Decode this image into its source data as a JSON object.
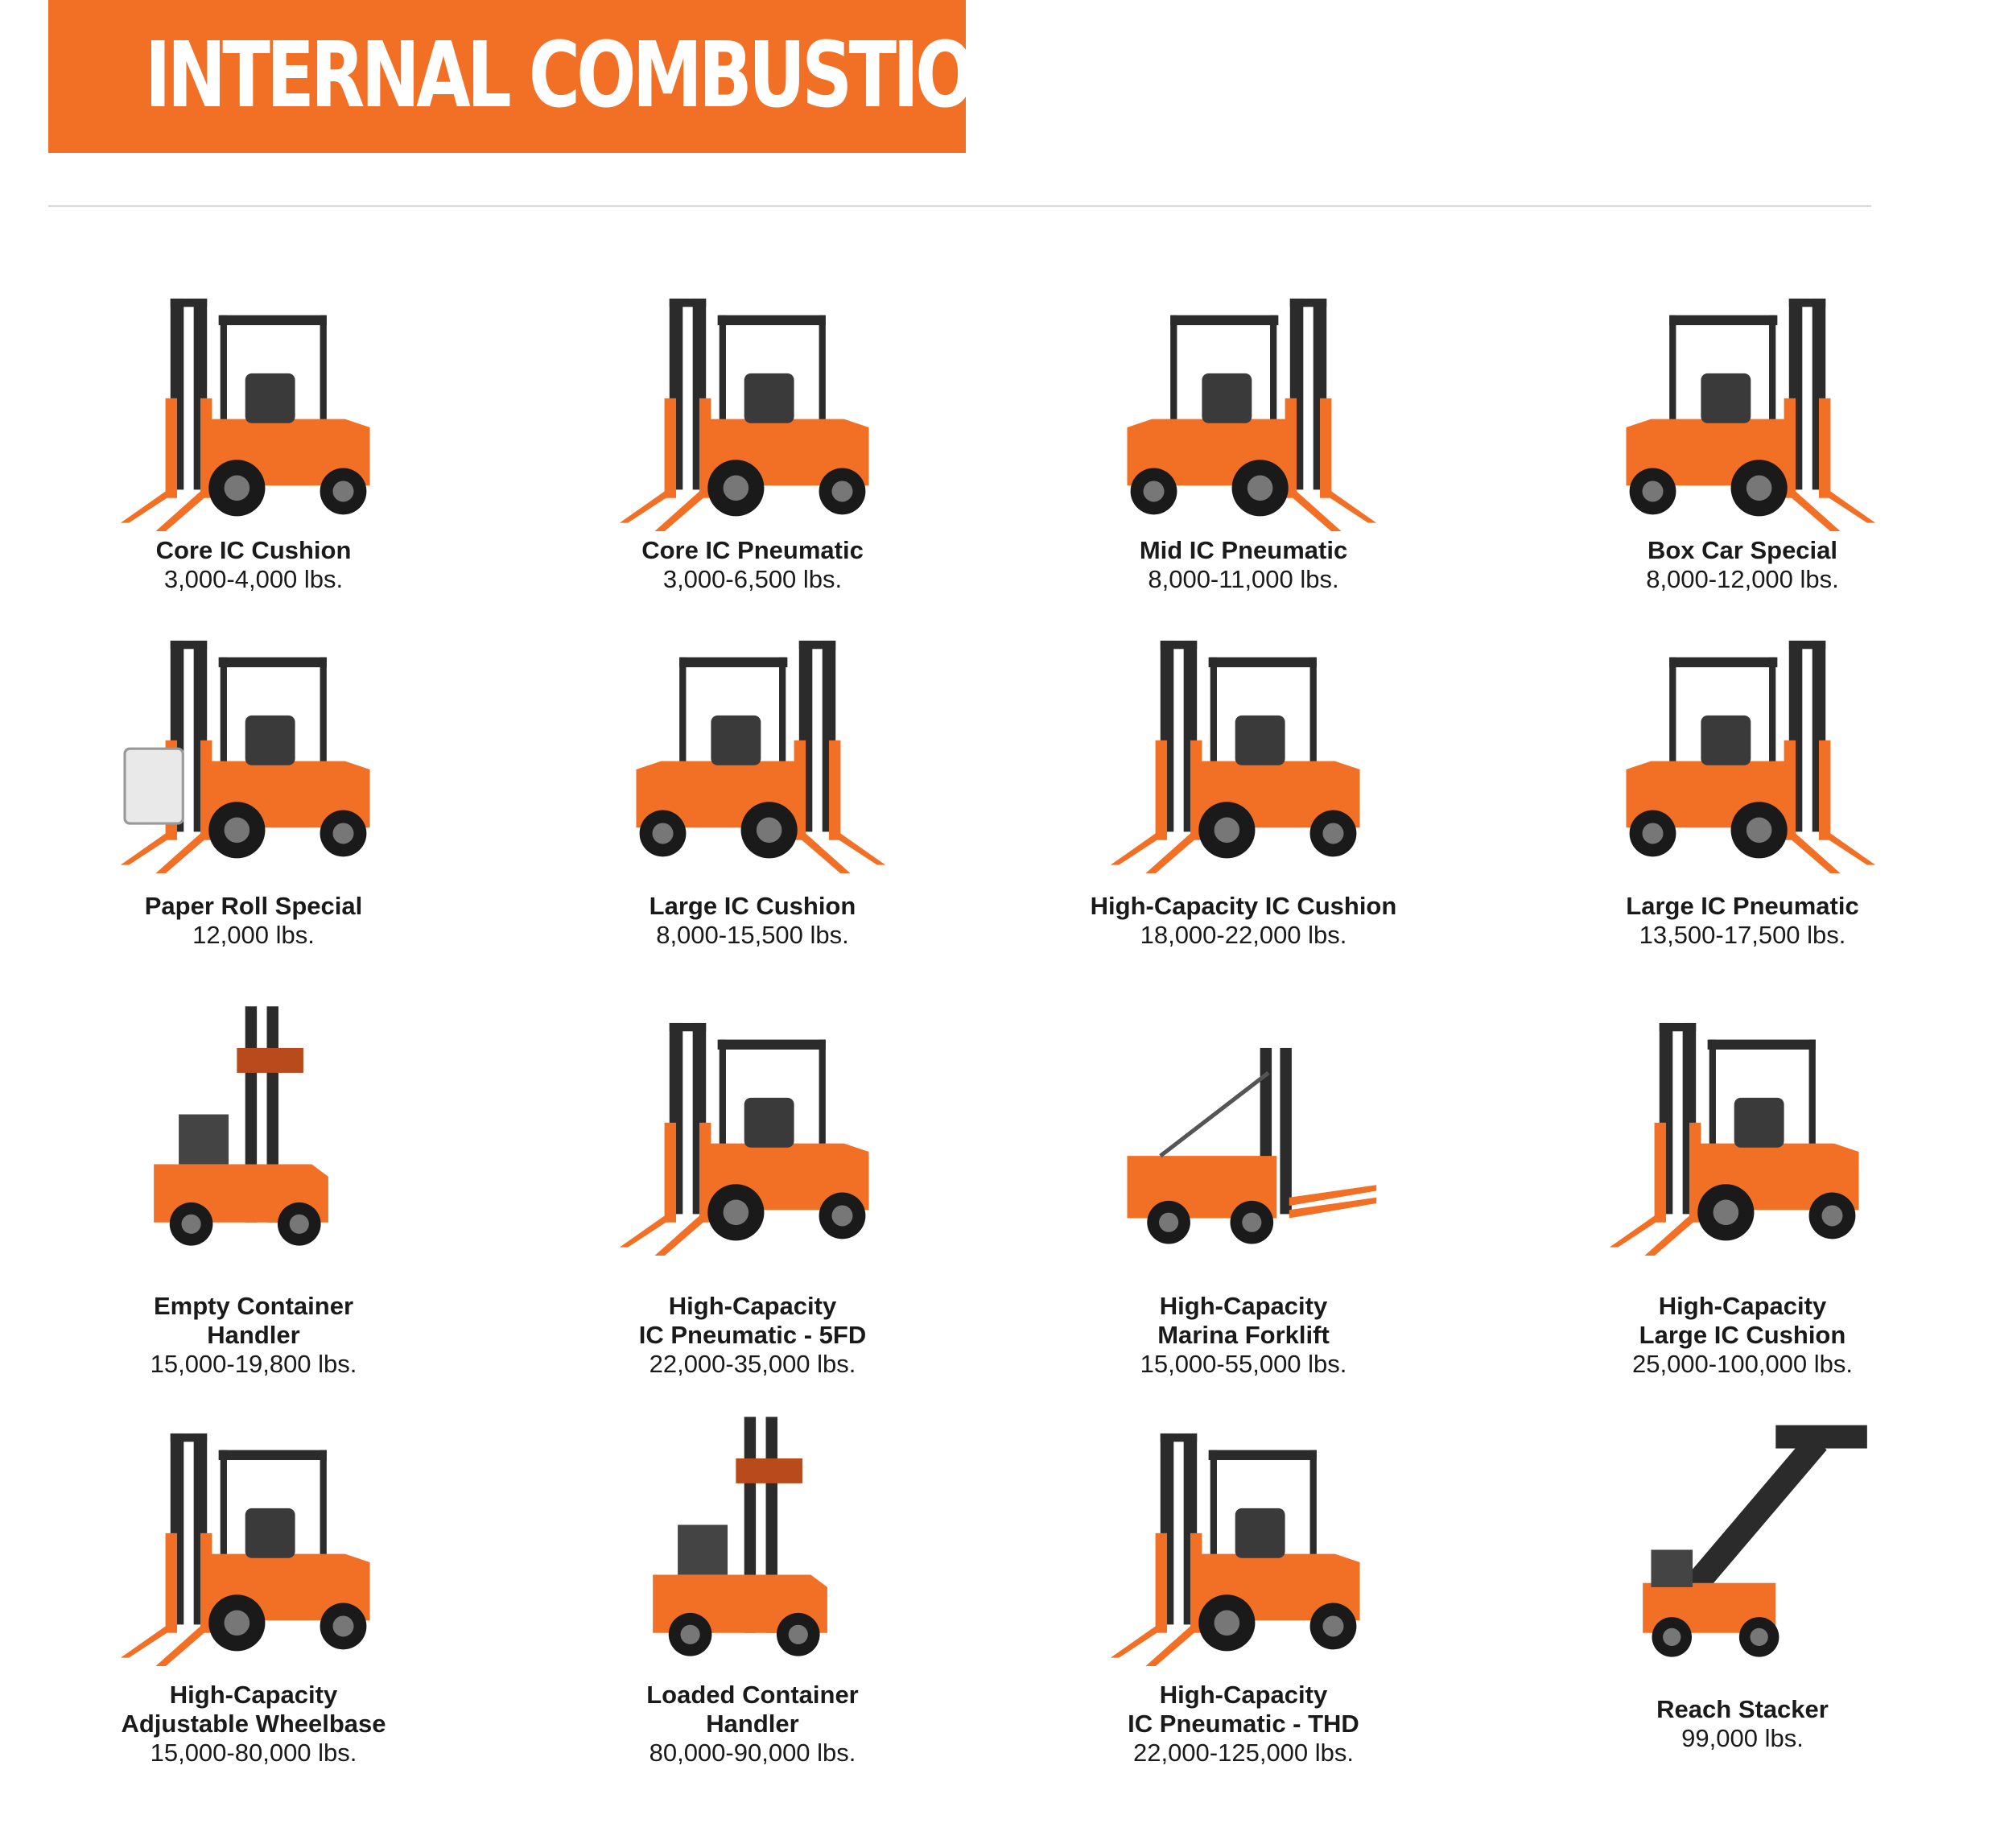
{
  "header": {
    "title": "INTERNAL COMBUSTION",
    "banner_color": "#f26f26"
  },
  "colors": {
    "accent_orange": "#f26f26",
    "machine_dark": "#2b2b2b",
    "text": "#1a1a1a"
  },
  "products": [
    {
      "name": "Core IC Cushion",
      "capacity": "3,000-4,000 lbs.",
      "icon": "forklift-icon"
    },
    {
      "name": "Core IC Pneumatic",
      "capacity": "3,000-6,500 lbs.",
      "icon": "forklift-icon"
    },
    {
      "name": "Mid IC Pneumatic",
      "capacity": "8,000-11,000 lbs.",
      "icon": "forklift-icon"
    },
    {
      "name": "Box Car Special",
      "capacity": "8,000-12,000 lbs.",
      "icon": "forklift-icon"
    },
    {
      "name": "Paper Roll Special",
      "capacity": "12,000 lbs.",
      "icon": "paper-roll-clamp-forklift-icon"
    },
    {
      "name": "Large IC Cushion",
      "capacity": "8,000-15,500 lbs.",
      "icon": "forklift-icon"
    },
    {
      "name": "High-Capacity IC Cushion",
      "capacity": "18,000-22,000 lbs.",
      "icon": "forklift-icon"
    },
    {
      "name": "Large IC Pneumatic",
      "capacity": "13,500-17,500 lbs.",
      "icon": "forklift-icon"
    },
    {
      "name": "Empty Container\nHandler",
      "capacity": "15,000-19,800 lbs.",
      "icon": "container-handler-icon"
    },
    {
      "name": "High-Capacity\nIC Pneumatic - 5FD",
      "capacity": "22,000-35,000 lbs.",
      "icon": "forklift-icon"
    },
    {
      "name": "High-Capacity\nMarina Forklift",
      "capacity": "15,000-55,000 lbs.",
      "icon": "marina-forklift-icon"
    },
    {
      "name": "High-Capacity\nLarge IC Cushion",
      "capacity": "25,000-100,000 lbs.",
      "icon": "forklift-icon"
    },
    {
      "name": "High-Capacity\nAdjustable Wheelbase",
      "capacity": "15,000-80,000 lbs.",
      "icon": "forklift-icon"
    },
    {
      "name": "Loaded Container\nHandler",
      "capacity": "80,000-90,000 lbs.",
      "icon": "container-handler-icon"
    },
    {
      "name": "High-Capacity\nIC Pneumatic - THD",
      "capacity": "22,000-125,000 lbs.",
      "icon": "forklift-icon"
    },
    {
      "name": "Reach Stacker",
      "capacity": "99,000 lbs.",
      "icon": "reach-stacker-icon"
    }
  ]
}
